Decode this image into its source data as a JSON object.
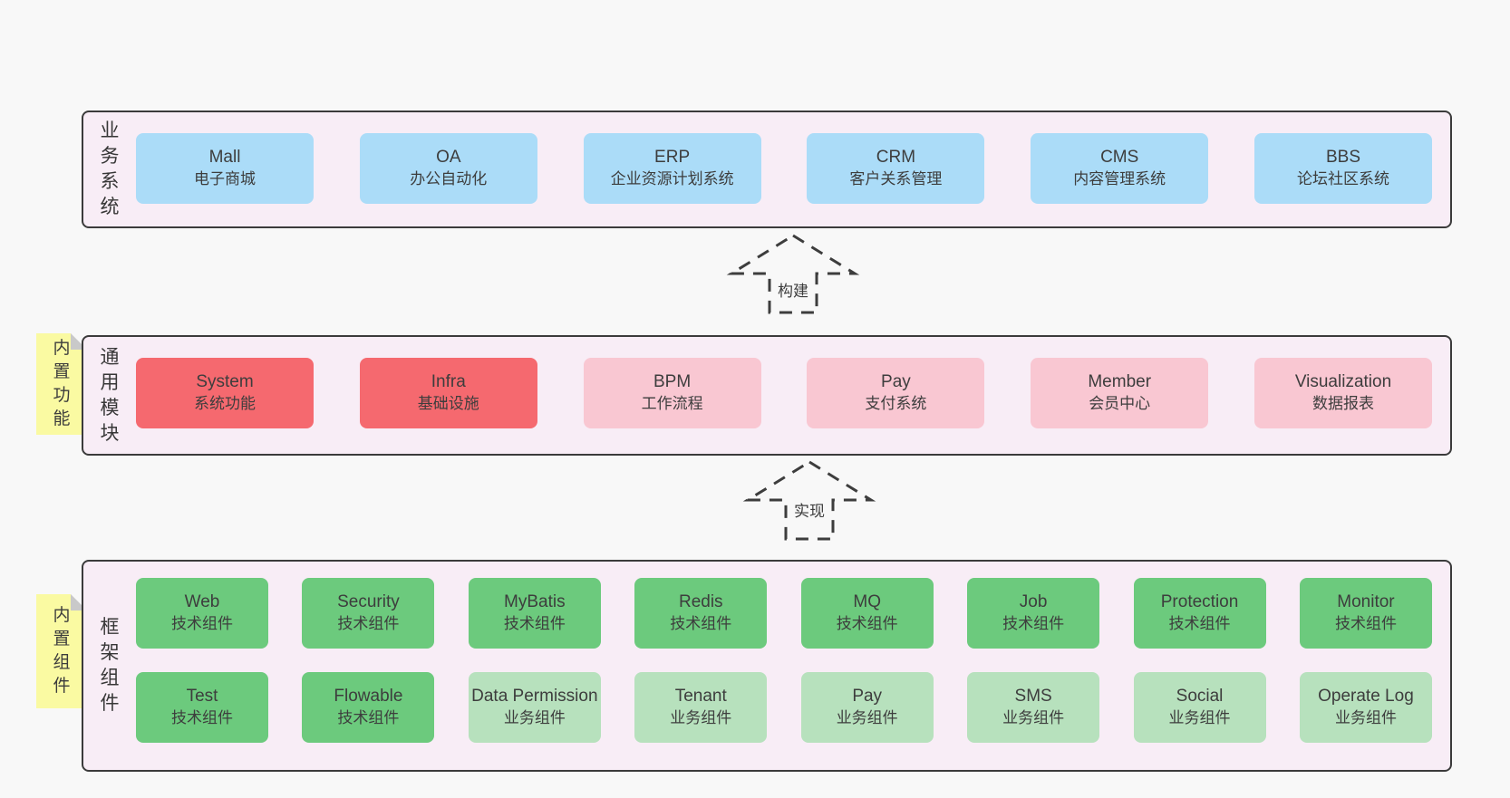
{
  "colors": {
    "page_bg": "#f8f8f8",
    "panel_bg": "#f8edf6",
    "panel_border": "#3b3b3b",
    "blue": "#abdcf8",
    "red": "#f5696f",
    "pink": "#f9c7d2",
    "green": "#6cca7d",
    "green_light": "#b7e1bd",
    "note_yellow": "#fafaa2",
    "note_fold": "#c9c9c9",
    "text": "#3d3d3d"
  },
  "arrows": [
    {
      "label": "构建"
    },
    {
      "label": "实现"
    }
  ],
  "layers": [
    {
      "title": "业务系统",
      "boxes": [
        {
          "name": "Mall",
          "subtitle": "电子商城",
          "variant": "blue"
        },
        {
          "name": "OA",
          "subtitle": "办公自动化",
          "variant": "blue"
        },
        {
          "name": "ERP",
          "subtitle": "企业资源计划系统",
          "variant": "blue"
        },
        {
          "name": "CRM",
          "subtitle": "客户关系管理",
          "variant": "blue"
        },
        {
          "name": "CMS",
          "subtitle": "内容管理系统",
          "variant": "blue"
        },
        {
          "name": "BBS",
          "subtitle": "论坛社区系统",
          "variant": "blue"
        }
      ]
    },
    {
      "title": "通用模块",
      "tag": "内置功能",
      "boxes": [
        {
          "name": "System",
          "subtitle": "系统功能",
          "variant": "red"
        },
        {
          "name": "Infra",
          "subtitle": "基础设施",
          "variant": "red"
        },
        {
          "name": "BPM",
          "subtitle": "工作流程",
          "variant": "pink"
        },
        {
          "name": "Pay",
          "subtitle": "支付系统",
          "variant": "pink"
        },
        {
          "name": "Member",
          "subtitle": "会员中心",
          "variant": "pink"
        },
        {
          "name": "Visualization",
          "subtitle": "数据报表",
          "variant": "pink"
        }
      ]
    },
    {
      "title": "框架组件",
      "tag": "内置组件",
      "rows": [
        [
          {
            "name": "Web",
            "subtitle": "技术组件",
            "variant": "green"
          },
          {
            "name": "Security",
            "subtitle": "技术组件",
            "variant": "green"
          },
          {
            "name": "MyBatis",
            "subtitle": "技术组件",
            "variant": "green"
          },
          {
            "name": "Redis",
            "subtitle": "技术组件",
            "variant": "green"
          },
          {
            "name": "MQ",
            "subtitle": "技术组件",
            "variant": "green"
          },
          {
            "name": "Job",
            "subtitle": "技术组件",
            "variant": "green"
          },
          {
            "name": "Protection",
            "subtitle": "技术组件",
            "variant": "green"
          },
          {
            "name": "Monitor",
            "subtitle": "技术组件",
            "variant": "green"
          }
        ],
        [
          {
            "name": "Test",
            "subtitle": "技术组件",
            "variant": "green"
          },
          {
            "name": "Flowable",
            "subtitle": "技术组件",
            "variant": "green"
          },
          {
            "name": "Data Permission",
            "subtitle": "业务组件",
            "variant": "green-light"
          },
          {
            "name": "Tenant",
            "subtitle": "业务组件",
            "variant": "green-light"
          },
          {
            "name": "Pay",
            "subtitle": "业务组件",
            "variant": "green-light"
          },
          {
            "name": "SMS",
            "subtitle": "业务组件",
            "variant": "green-light"
          },
          {
            "name": "Social",
            "subtitle": "业务组件",
            "variant": "green-light"
          },
          {
            "name": "Operate Log",
            "subtitle": "业务组件",
            "variant": "green-light"
          }
        ]
      ]
    }
  ]
}
